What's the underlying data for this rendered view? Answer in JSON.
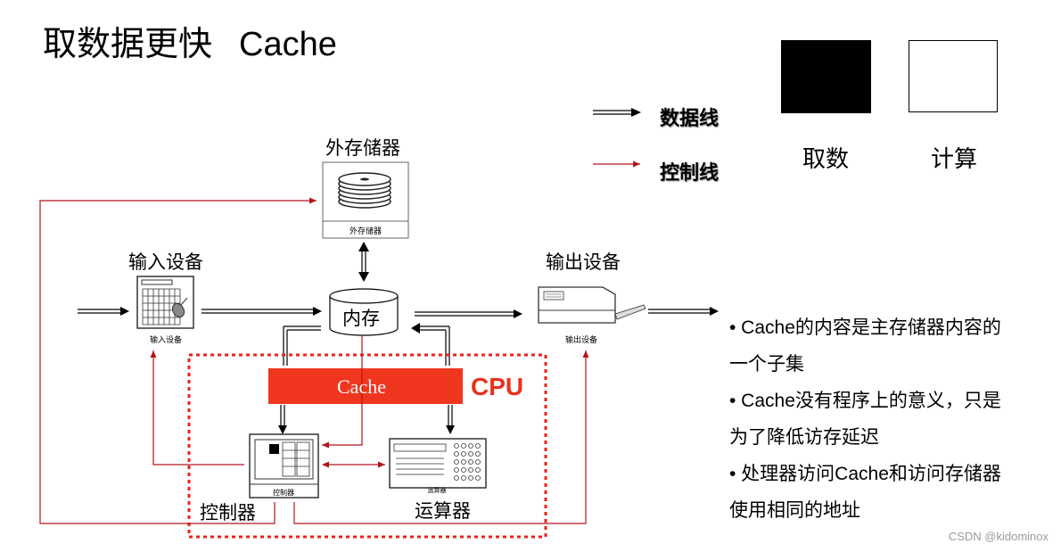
{
  "title": {
    "zh": "取数据更快",
    "en": "Cache"
  },
  "legend": {
    "data_line": "数据线",
    "control_line": "控制线"
  },
  "compare": {
    "fetch": "取数",
    "compute": "计算"
  },
  "devices": {
    "external_storage": "外存储器",
    "external_storage_small": "外存储器",
    "input": "输入设备",
    "input_small": "输入设备",
    "output": "输出设备",
    "output_small": "输出设备",
    "memory": "内存",
    "cache": "Cache",
    "cpu": "CPU",
    "controller": "控制器",
    "controller_small": "控制器",
    "alu": "运算器",
    "alu_small": "运算器"
  },
  "notes": [
    "• Cache的内容是主存储器内容的",
    "一个子集",
    "• Cache没有程序上的意义，只是",
    "为了降低访存延迟",
    "• 处理器访问Cache和访问存储器",
    "使用相同的地址"
  ],
  "watermark": "CSDN @kidominox",
  "colors": {
    "control": "#b3141c",
    "cpu_border": "#e8221b",
    "cache_fill": "#f0361f"
  }
}
